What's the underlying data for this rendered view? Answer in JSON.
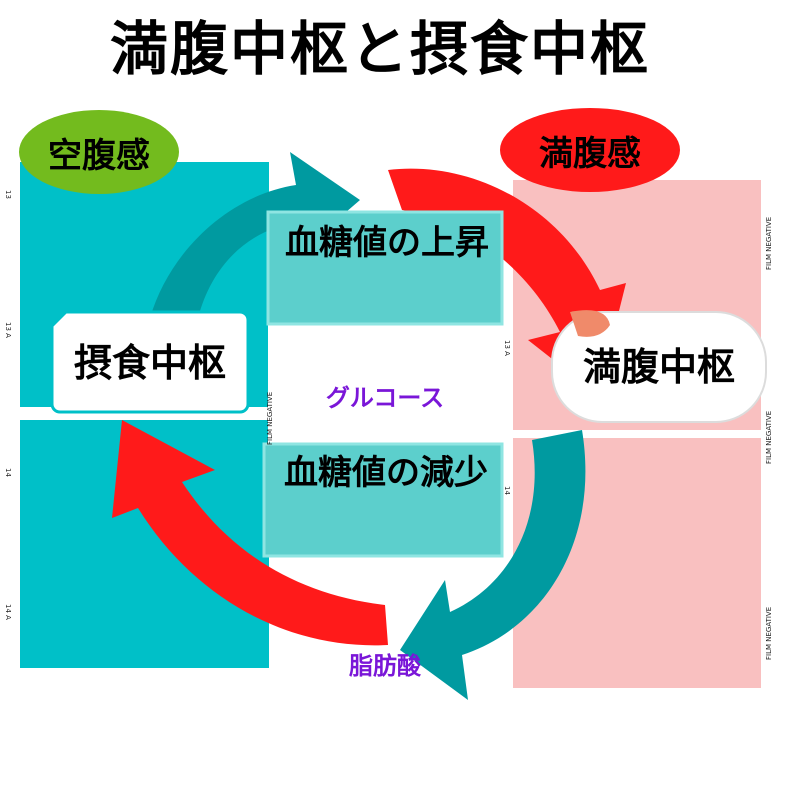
{
  "title": "満腹中枢と摂食中枢",
  "labels": {
    "hunger_feeling": "空腹感",
    "full_feeling": "満腹感",
    "feeding_center": "摂食中枢",
    "satiety_center": "満腹中枢",
    "glucose_rise": "血糖値の上昇",
    "glucose_fall": "血糖値の減少",
    "glucose": "グルコース",
    "fatty_acid": "脂肪酸"
  },
  "film": {
    "negative": "FILM NEGATIVE",
    "marks_left": [
      "13",
      "13 A",
      "14",
      "14 A"
    ],
    "marks_mid": [
      "13 A",
      "14"
    ]
  },
  "colors": {
    "cyan": "#00c0c8",
    "teal_arrow": "#009aa0",
    "red_arrow": "#ff1a1a",
    "pink_panel": "#f9c0c0",
    "green_pill": "#73bb1e",
    "red_pill": "#ff1a1a",
    "box_teal": "#5ccfcc",
    "purple_text": "#7a16d8"
  }
}
